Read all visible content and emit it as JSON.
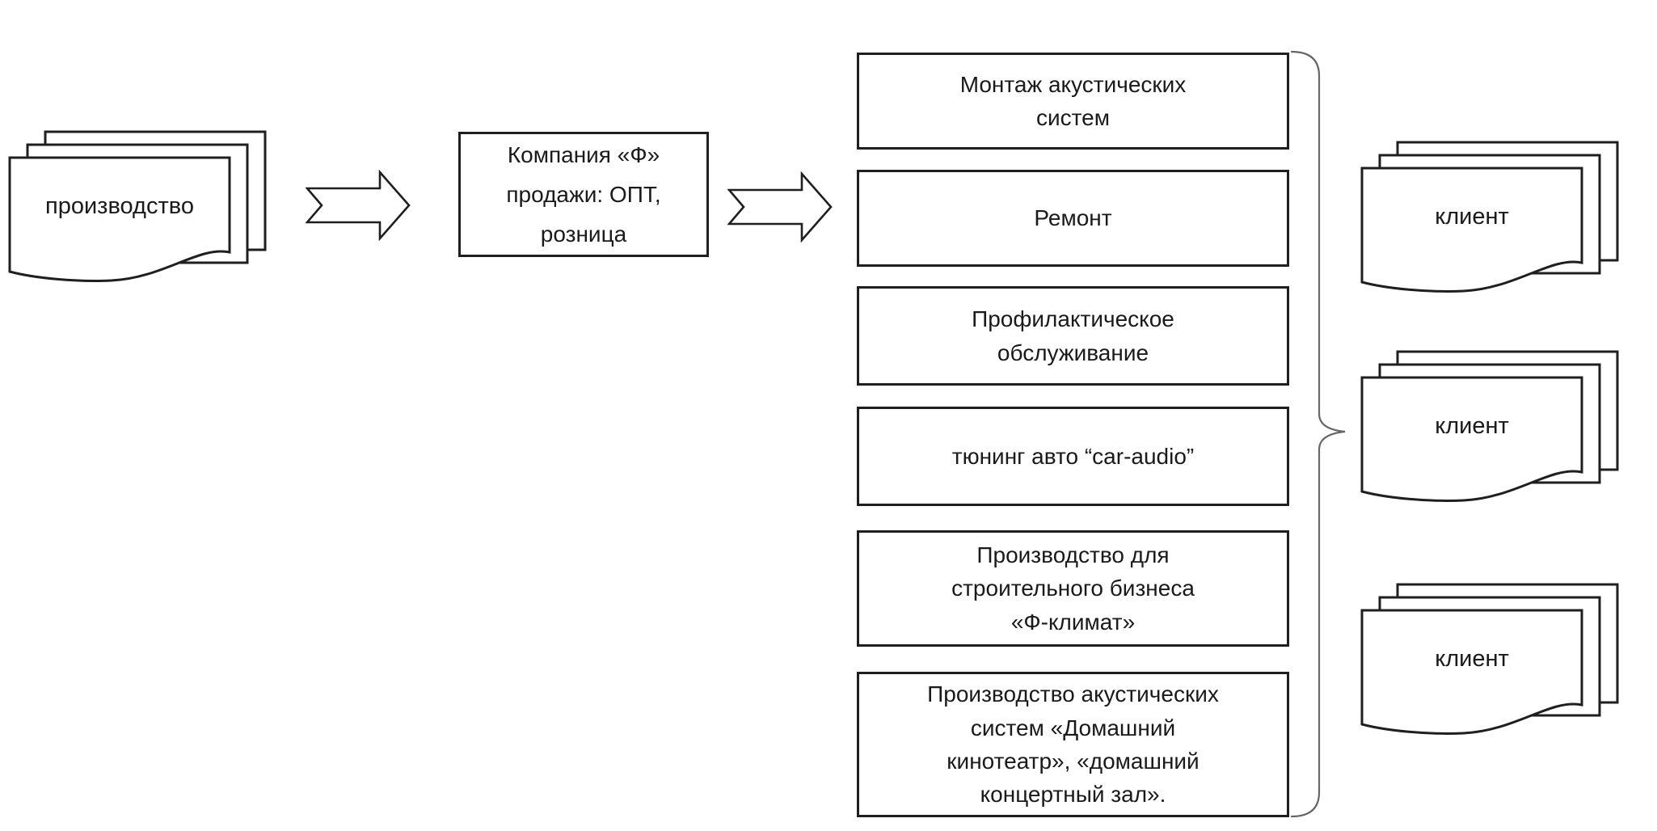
{
  "diagram": {
    "production": {
      "label": "производство",
      "icon": "multi-document-icon"
    },
    "arrow_icon": "chevron-right-arrow-icon",
    "company": {
      "label": "Компания «Ф»\nпродажи: ОПТ,\nрозница"
    },
    "services": [
      {
        "label": "Монтаж акустических\nсистем"
      },
      {
        "label": "Ремонт"
      },
      {
        "label": "Профилактическое\nобслуживание"
      },
      {
        "label": "тюнинг авто “car-audio”"
      },
      {
        "label": "Производство для\nстроительного бизнеса\n«Ф-климат»"
      },
      {
        "label": "Производство акустических\nсистем «Домашний\nкинотеатр», «домашний\nконцертный зал»."
      }
    ],
    "brace_icon": "right-curly-brace-icon",
    "clients": [
      {
        "label": "клиент",
        "icon": "multi-document-icon"
      },
      {
        "label": "клиент",
        "icon": "multi-document-icon"
      },
      {
        "label": "клиент",
        "icon": "multi-document-icon"
      }
    ],
    "colors": {
      "stroke": "#1f1f1f",
      "brace": "#666666",
      "text": "#1a1a1a",
      "background": "#ffffff"
    }
  }
}
